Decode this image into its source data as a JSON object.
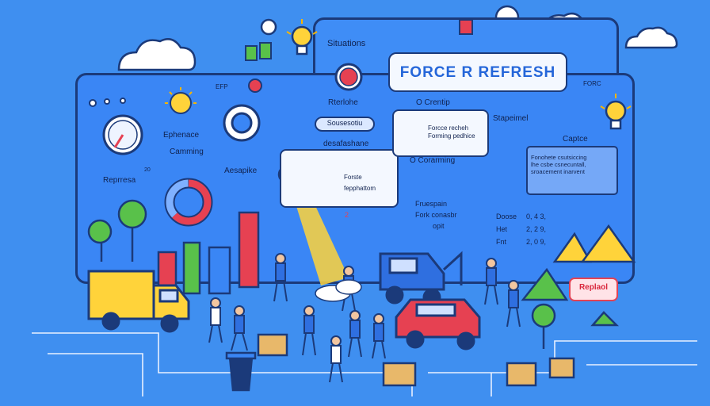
{
  "labels": {
    "situations": "Situations",
    "title": "FORCE R REFRESH",
    "efp": "EFP",
    "forc": "FORC",
    "represa": "Reprresa",
    "twenty": "20",
    "ephenace": "Ephenace",
    "camming": "Camming",
    "aesapike": "Aesapike",
    "rterlohe": "Rterlohe",
    "sousesotiu": "Sousesotiu",
    "desafashane": "desafashane",
    "ocrentip": "O Crentip",
    "stapeimer": "Stapeimel",
    "forcce_reche": "Forcce recheh",
    "forming_pedhice": "Forming pedhice",
    "capice": "Captce",
    "note": "Fonohete csutsiccing\nlhe csbe csnecuntall,\nsroacement inarvent",
    "forste": "Forste",
    "fepphattom": "fepphattom",
    "o_corarming": "O Corarming",
    "two": "2",
    "fruespain": "Fruespain",
    "fork_conasbr": "Fork conasbr",
    "opit": "opit",
    "doose": "Doose",
    "het": "Het",
    "fnt": "Fnt",
    "val1": "0, 4 3,",
    "val2": "2, 2 9,",
    "val3": "2, 0 9,",
    "replace": "Replaol"
  },
  "colors": {
    "background": "#3f8ff0",
    "panel": "#3a86f5",
    "outline": "#1b3a7a",
    "accent_red": "#e64152",
    "accent_yellow": "#ffd33a"
  }
}
